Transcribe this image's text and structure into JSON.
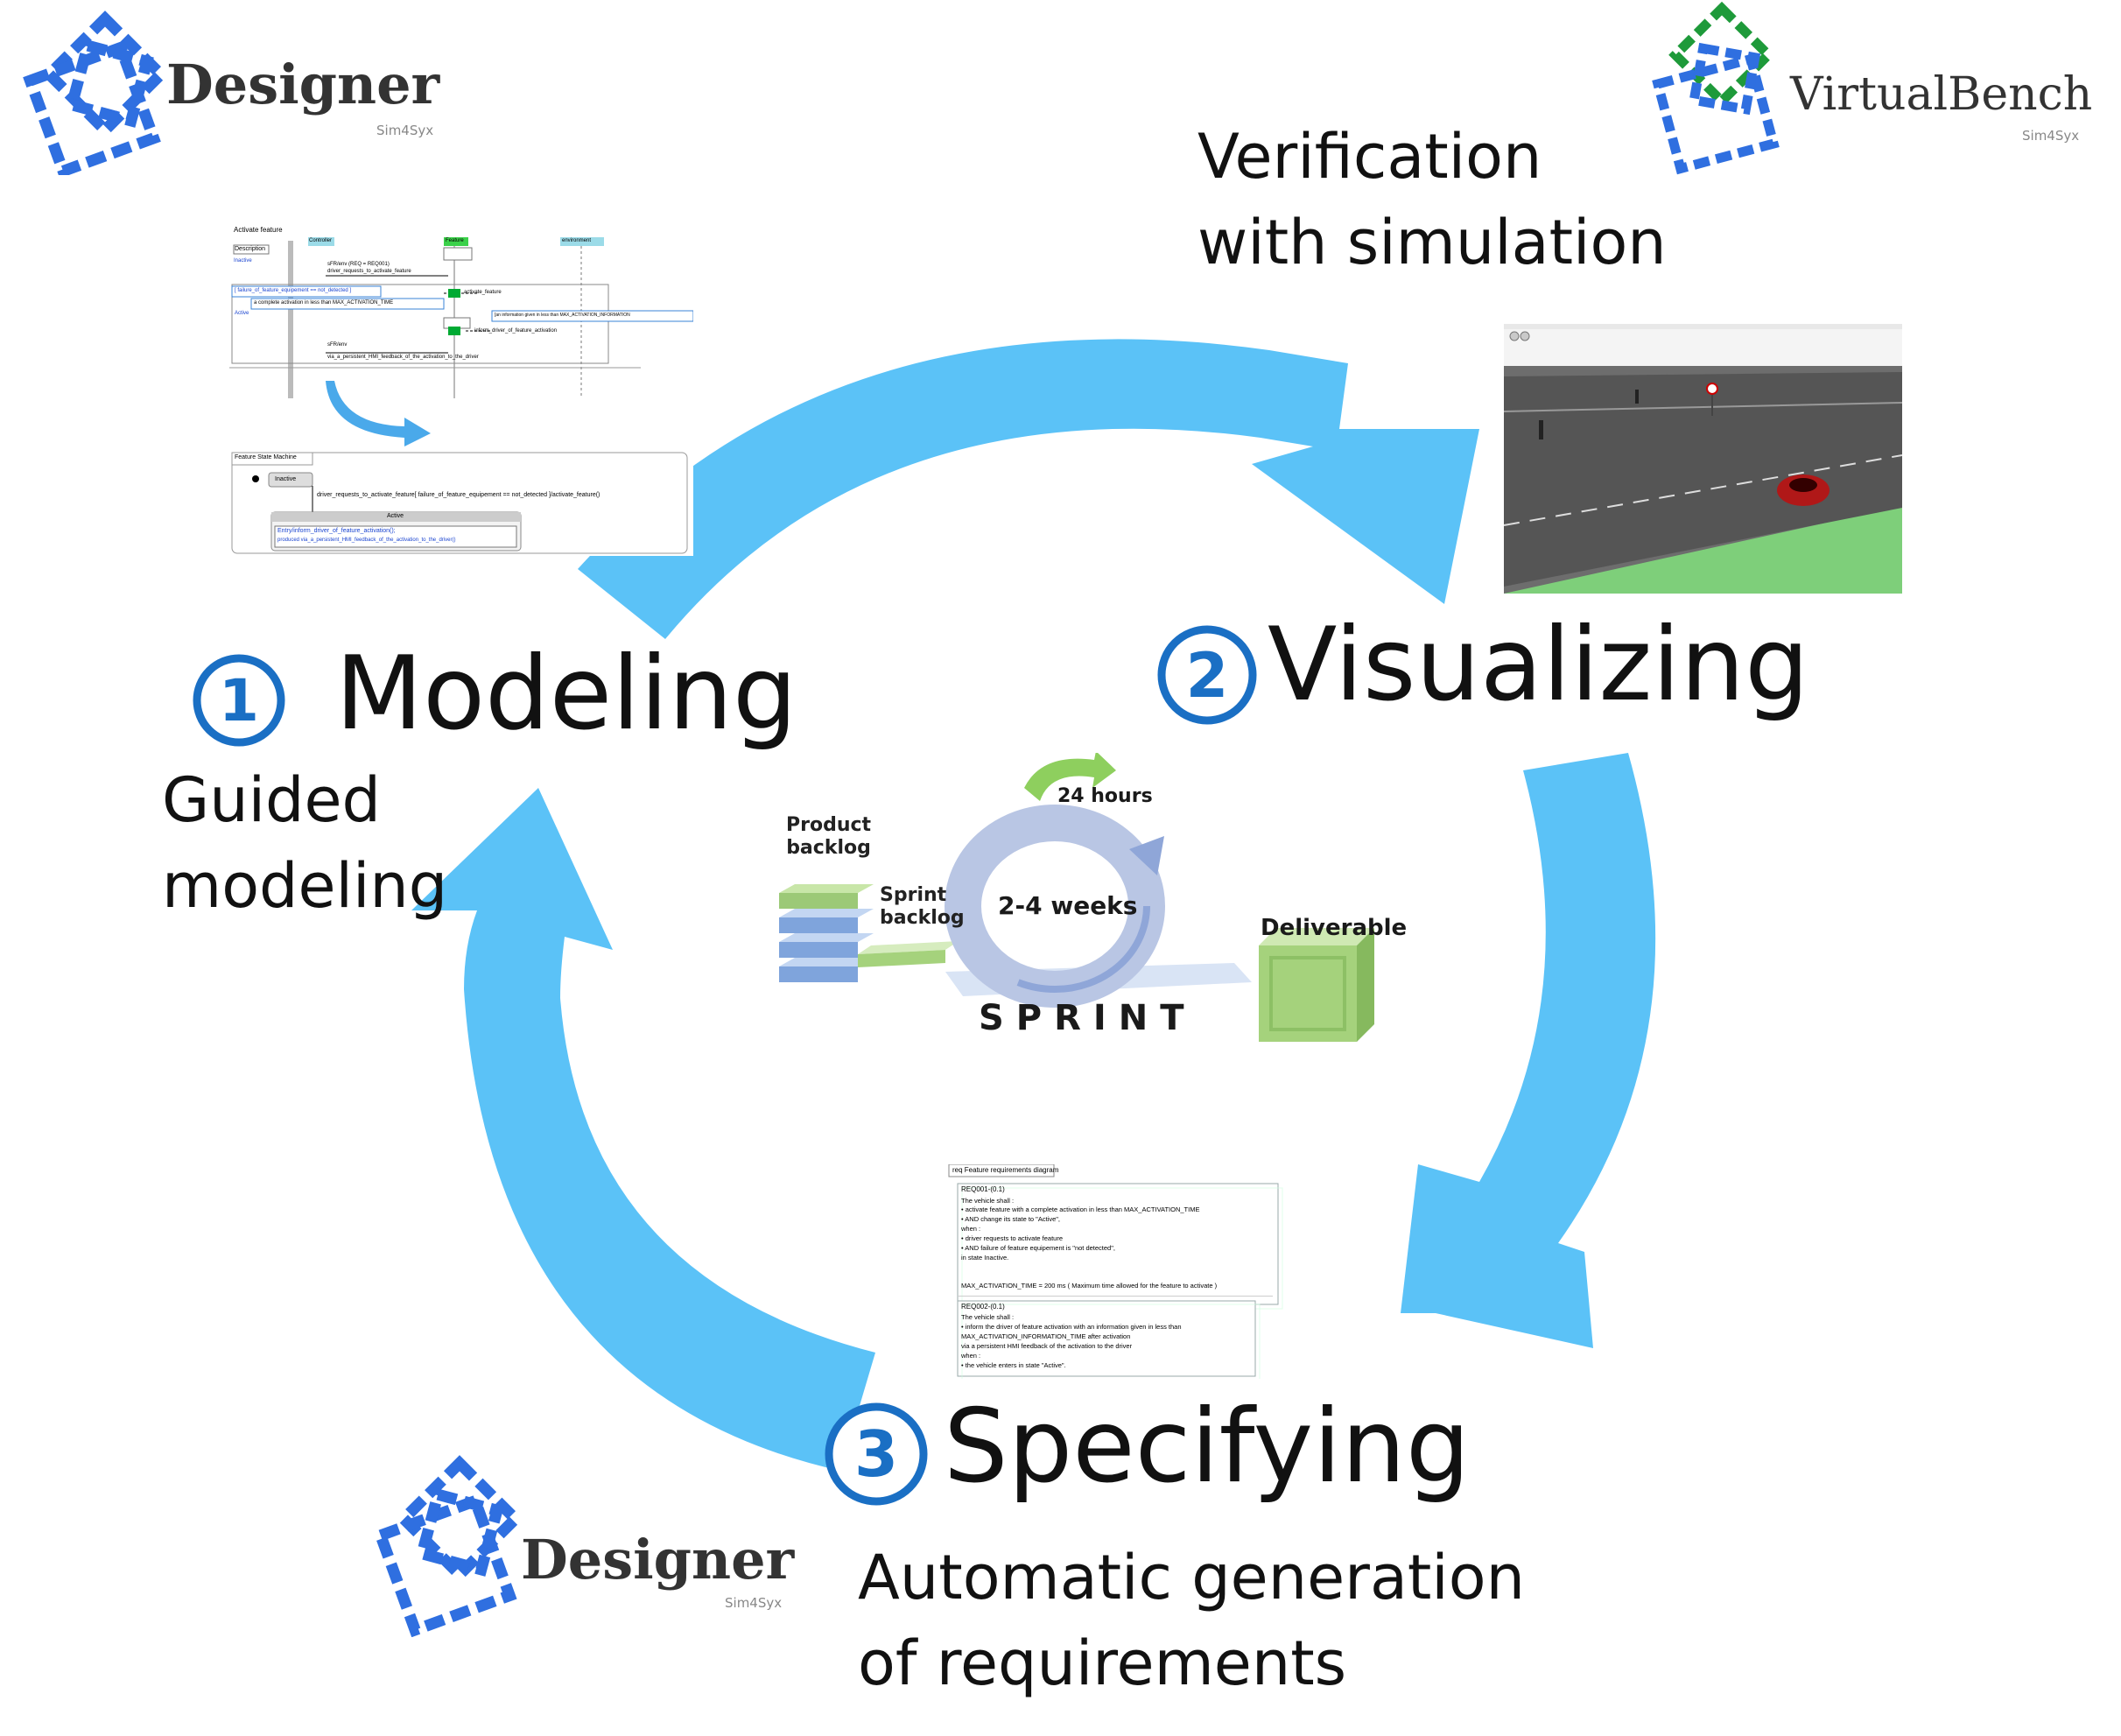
{
  "logos": {
    "designer_top": {
      "name": "Designer",
      "sub": "Sim4Syx"
    },
    "virtualbench": {
      "name": "VirtualBench",
      "sub": "Sim4Syx"
    },
    "designer_bottom": {
      "name": "Designer",
      "sub": "Sim4Syx"
    }
  },
  "stages": [
    {
      "number": "1",
      "title": "Modeling",
      "caption_lines": [
        "Guided",
        "modeling"
      ]
    },
    {
      "number": "2",
      "title": "Visualizing",
      "caption_lines": [
        "Verification",
        "with simulation"
      ]
    },
    {
      "number": "3",
      "title": "Specifying",
      "caption_lines": [
        "Automatic generation",
        "of requirements"
      ]
    }
  ],
  "sprint": {
    "product_backlog": [
      "Product",
      "backlog"
    ],
    "sprint_backlog": [
      "Sprint",
      "backlog"
    ],
    "cycle": "2-4 weeks",
    "daily": "24 hours",
    "deliverable": "Deliverable",
    "label": "SPRINT"
  },
  "modeling_thumb": {
    "seq_title": "Activate feature",
    "seq_description": "Description",
    "seq_lanes": [
      "Controller",
      "Feature",
      "environment"
    ],
    "seq_state_inactive": "Inactive",
    "seq_state_active": "Active",
    "seq_msgs": [
      "sFR/env (REQ = REQ001)",
      "driver_requests_to_activate_feature",
      "[ failure_of_feature_equipement == not_detected ]",
      "a complete activation in less than MAX_ACTIVATION_TIME",
      "activate_feature",
      "[an information given in less than MAX_ACTIVATION_INFORMATION",
      "inform_driver_of_feature_activation",
      "sFR/env",
      "via_a_persistent_HMI_feedback_of_the_activation_to_the_driver"
    ],
    "sm_title": "Feature State Machine",
    "sm_inactive": "Inactive",
    "sm_transition": "driver_requests_to_activate_feature[ failure_of_feature_equipement == not_detected ]/activate_feature()",
    "sm_active": "Active",
    "sm_entry_1": "Entry/inform_driver_of_feature_activation();",
    "sm_entry_2": "produced via_a_persistent_HMI_feedback_of_the_activation_to_the_driver()"
  },
  "requirements_thumb": {
    "header": "req Feature requirements diagram",
    "req1_title": "REQ001-(0.1)",
    "req1_lines": [
      "The vehicle shall :",
      "• activate feature with a complete activation in less than MAX_ACTIVATION_TIME",
      "• AND change its state to \"Active\",",
      "when :",
      "• driver requests to activate feature",
      "• AND failure of feature equipement is \"not detected\",",
      "in state Inactive.",
      "",
      "MAX_ACTIVATION_TIME = 200 ms ( Maximum time allowed for the feature to activate )"
    ],
    "req2_title": "REQ002-(0.1)",
    "req2_lines": [
      "The vehicle shall :",
      "• inform the driver of feature activation  with an information given in less than",
      "MAX_ACTIVATION_INFORMATION_TIME after activation",
      "via a persistent HMI feedback of the activation to the driver",
      "when :",
      "• the vehicle enters in state \"Active\"."
    ]
  },
  "colors": {
    "arrow": "#5bc2f7",
    "number_blue": "#1a6fc4",
    "logo_blue": "#2f6fe0",
    "logo_green": "#1e9a3a",
    "grass": "#7ecf7a",
    "road": "#555555",
    "car": "#b01818",
    "box_green": "#a5d27c"
  }
}
